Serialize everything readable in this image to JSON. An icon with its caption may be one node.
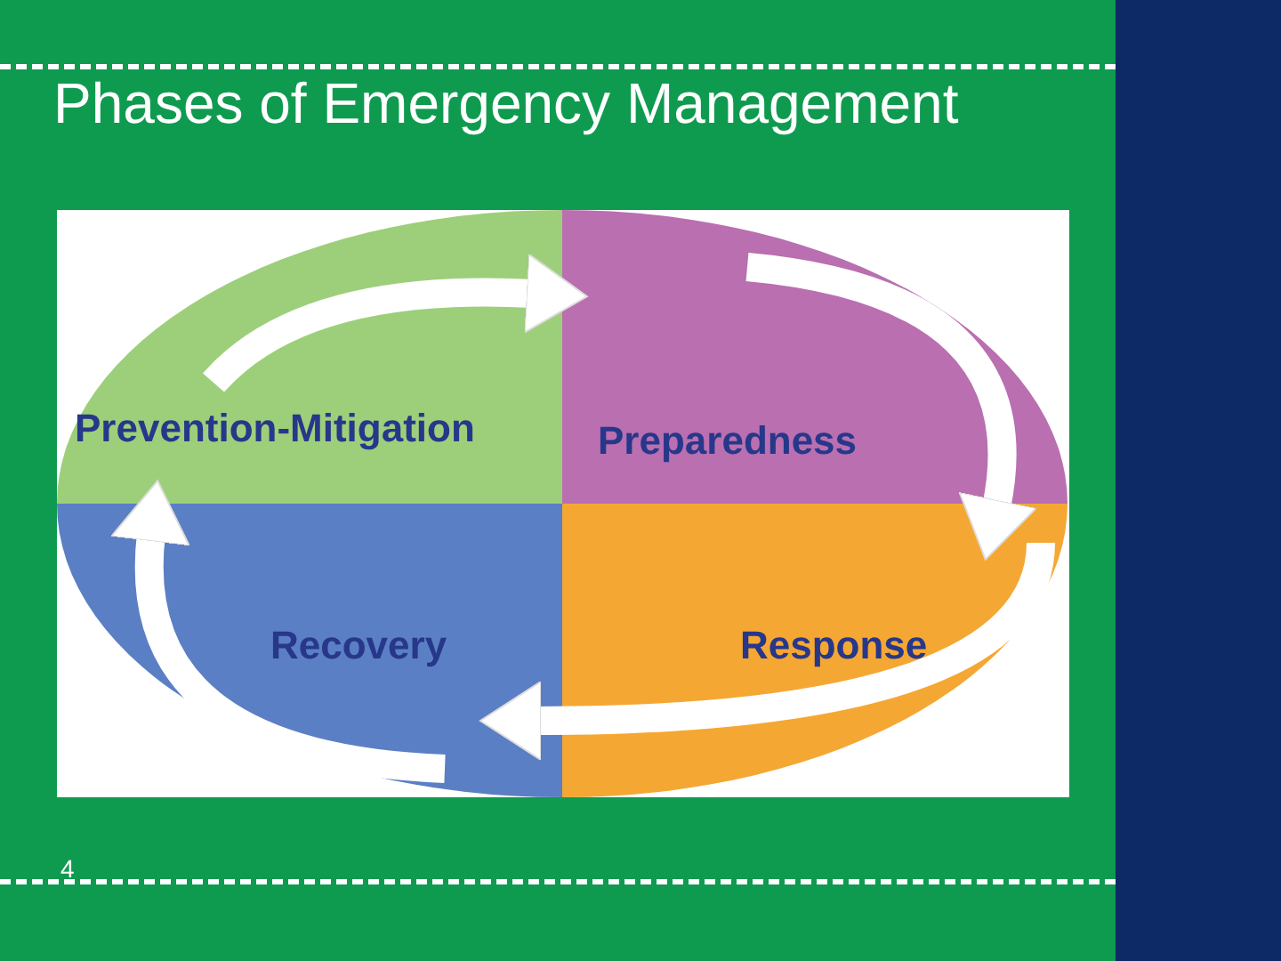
{
  "diagram": {
    "title": "Phases of Emergency Management",
    "nodes": [
      {
        "text": [
          "Prevention-Mitigation"
        ]
      },
      {
        "text": [
          "Preparedness"
        ]
      },
      {
        "text": [
          "Recovery"
        ]
      },
      {
        "text": [
          "Response"
        ]
      }
    ],
    "edges": [
      {
        "from": 0,
        "to": 1,
        "arrow": "to"
      },
      {
        "from": 1,
        "to": 3,
        "arrow": "to"
      },
      {
        "from": 3,
        "to": 2,
        "arrow": "to"
      },
      {
        "from": 2,
        "to": 0,
        "arrow": "to"
      }
    ],
    "labels": [
      "4"
    ]
  }
}
